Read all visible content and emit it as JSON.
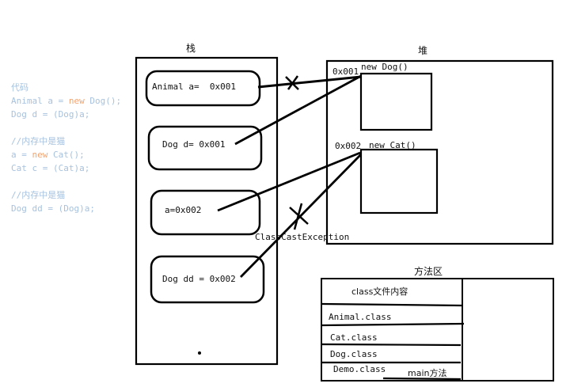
{
  "code_panel": {
    "lines": [
      {
        "pre": "代码"
      },
      {
        "pre": "Animal a = ",
        "kw": "new",
        "post": " Dog();"
      },
      {
        "pre": "Dog d = (Dog)a;"
      },
      {
        "pre": ""
      },
      {
        "pre": "//内存中是猫"
      },
      {
        "pre": "a = ",
        "kw": "new",
        "post": " Cat();"
      },
      {
        "pre": "Cat c = (Cat)a;"
      },
      {
        "pre": ""
      },
      {
        "pre": "//内存中是猫"
      },
      {
        "pre": "Dog dd = (Dog)a;"
      }
    ]
  },
  "stack": {
    "title": "栈",
    "frames": [
      {
        "text": "Animal a=  0x001"
      },
      {
        "text": "Dog d= 0x001"
      },
      {
        "text": "a=0x002"
      },
      {
        "text": "Dog dd = 0x002"
      }
    ]
  },
  "heap": {
    "title": "堆",
    "objects": [
      {
        "address": "0x001",
        "label": "new Dog()"
      },
      {
        "address": "0x002",
        "label": "new Cat()"
      }
    ]
  },
  "method_area": {
    "title": "方法区",
    "rows": [
      "class文件内容",
      "Animal.class",
      "Cat.class",
      "Dog.class",
      "Demo.class"
    ],
    "main_label": "main方法"
  },
  "exception_label": "ClassCastException",
  "colors": {
    "line": "#000000",
    "code_text": "#a7c2de",
    "code_keyword": "#f0a472"
  }
}
